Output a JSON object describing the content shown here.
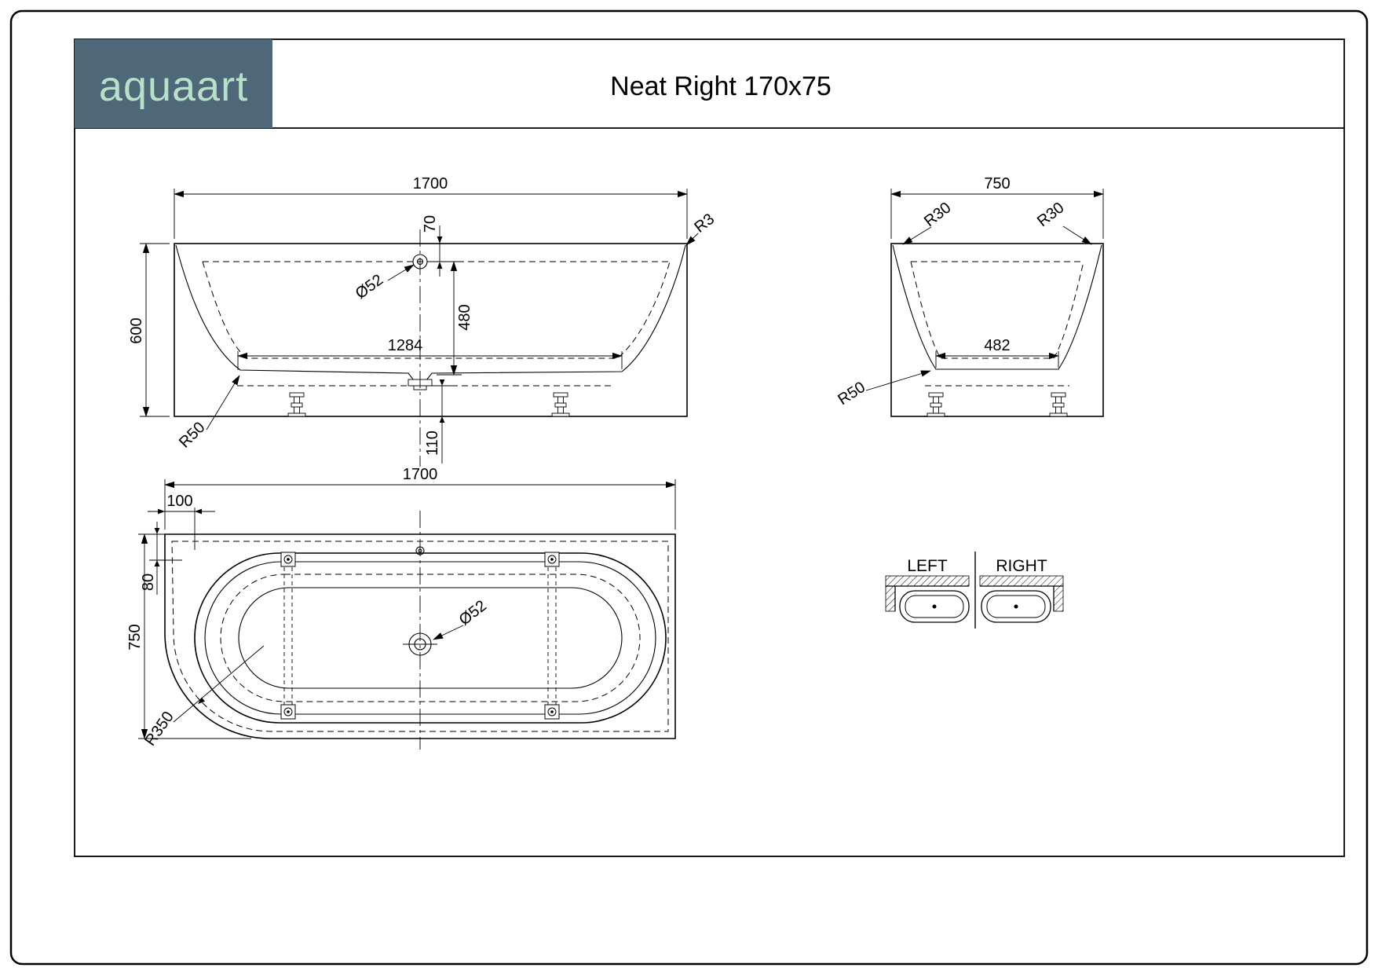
{
  "header": {
    "brand": "aquaart",
    "title": "Neat Right 170x75"
  },
  "colors": {
    "brand_bg": "#4e6779",
    "brand_text": "#b7e0c9"
  },
  "views": {
    "front": {
      "dims": {
        "length": "1700",
        "overflow_offset": "70",
        "overflow_diameter": "Ø52",
        "depth": "480",
        "bottom_length": "1284",
        "height": "600",
        "bottom_radius": "R50",
        "rim_radius": "R3",
        "base_height": "110"
      }
    },
    "end": {
      "dims": {
        "width": "750",
        "rim_radius_left": "R30",
        "rim_radius_right": "R30",
        "bottom_width": "482",
        "bottom_radius": "R50"
      }
    },
    "plan": {
      "dims": {
        "length": "1700",
        "end_offset": "100",
        "side_offset": "80",
        "width": "750",
        "drain_diameter": "Ø52",
        "corner_radius": "R350"
      }
    }
  },
  "legend": {
    "left": "LEFT",
    "right": "RIGHT"
  }
}
